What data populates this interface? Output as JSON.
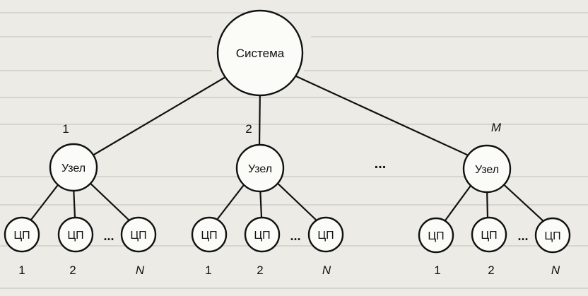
{
  "root": {
    "label": "Система"
  },
  "nodes": [
    {
      "label": "Узел",
      "index": "1",
      "cpus": [
        "ЦП",
        "ЦП",
        "ЦП"
      ],
      "cpu_indices": [
        "1",
        "2",
        "N"
      ],
      "gap": "..."
    },
    {
      "label": "Узел",
      "index": "2",
      "cpus": [
        "ЦП",
        "ЦП",
        "ЦП"
      ],
      "cpu_indices": [
        "1",
        "2",
        "N"
      ],
      "gap": "..."
    },
    {
      "label": "Узел",
      "index": "M",
      "cpus": [
        "ЦП",
        "ЦП",
        "ЦП"
      ],
      "cpu_indices": [
        "1",
        "2",
        "N"
      ],
      "gap": "..."
    }
  ],
  "node_gap": "...",
  "colors": {
    "ink": "#111111",
    "paper": "#ecebe6",
    "node_fill": "#fbfbf8"
  }
}
